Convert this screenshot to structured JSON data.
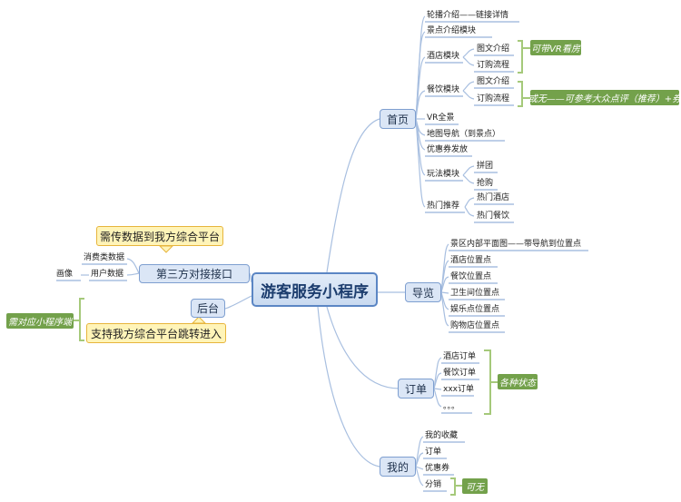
{
  "central": "游客服务小程序",
  "branches": {
    "home": {
      "label": "首页",
      "items": {
        "carousel": "轮播介绍——链接详情",
        "scenic": "景点介绍模块",
        "hotel": "酒店模块",
        "hotel_intro": "图文介绍",
        "hotel_order": "订购流程",
        "dining": "餐饮模块",
        "dining_intro": "图文介绍",
        "dining_order": "订购流程",
        "vr": "VR全景",
        "map": "地图导航（到景点）",
        "coupon": "优惠券发放",
        "play": "玩法模块",
        "group": "拼团",
        "flash": "抢购",
        "recommend": "热门推荐",
        "hot_hotel": "热门酒店",
        "hot_dining": "热门餐饮"
      },
      "notes": {
        "vr_room": "可带VR看房",
        "dianping": "或无——可参考大众点评（推荐）+券"
      }
    },
    "guide": {
      "label": "导览",
      "items": {
        "plan": "景区内部平面图——带导航到位置点",
        "hotel_pos": "酒店位置点",
        "dining_pos": "餐饮位置点",
        "toilet_pos": "卫生间位置点",
        "fun_pos": "娱乐点位置点",
        "shop_pos": "购物店位置点"
      }
    },
    "orders": {
      "label": "订单",
      "items": {
        "hotel_order": "酒店订单",
        "dining_order": "餐饮订单",
        "xxx_order": "xxx订单",
        "more": "。。。"
      },
      "note": "各种状态"
    },
    "mine": {
      "label": "我的",
      "items": {
        "favorites": "我的收藏",
        "orders": "订单",
        "coupons": "优惠券",
        "distribution": "分销"
      },
      "note": "可无"
    },
    "third_party": {
      "label": "第三方对接接口",
      "callout": "需传数据到我方综合平台",
      "items": {
        "consumption": "消费类数据",
        "user": "用户数据",
        "portrait": "画像"
      }
    },
    "backend": {
      "label": "后台",
      "callout": "支持我方综合平台跳转进入",
      "note": "需对应小程序端"
    }
  },
  "colors": {
    "line": "#a8bfe0",
    "bracket_green": "#a5c97a",
    "note_green": "#73a14b",
    "callout_yellow": "#fff4b8"
  }
}
